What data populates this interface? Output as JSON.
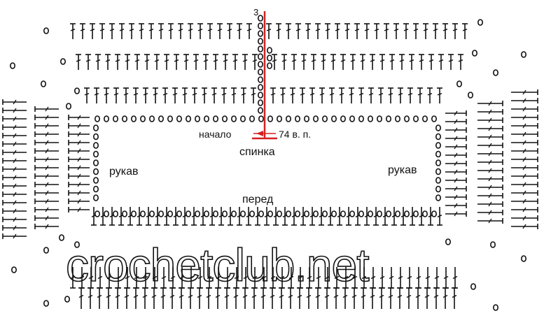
{
  "labels": {
    "back": "спинка",
    "front": "перед",
    "sleeve_left": "рукав",
    "sleeve_right": "рукав",
    "start": "начало",
    "chain_count": "74 в. п.",
    "row_number": "3"
  },
  "watermark": "crochetclub.net",
  "colors": {
    "ink": "#111111",
    "start_marker": "#d42020"
  },
  "symbols": {
    "chain_stitch": "chain-stitch-oval",
    "double_crochet": "double-crochet-t-symbol",
    "treble_crochet": "treble-crochet-horizontal-symbol"
  }
}
